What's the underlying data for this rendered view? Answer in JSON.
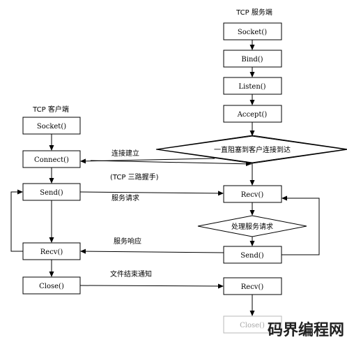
{
  "server": {
    "title": "TCP 服务端",
    "socket": "Socket()",
    "bind": "Bind()",
    "listen": "Listen()",
    "accept": "Accept()",
    "block": "一直阻塞到客户连接到达",
    "recv": "Recv()",
    "process": "处理服务请求",
    "send": "Send()",
    "recv2": "Recv()",
    "close": "Close()"
  },
  "client": {
    "title": "TCP 客户端",
    "socket": "Socket()",
    "connect": "Connect()",
    "send": "Send()",
    "recv": "Recv()",
    "close": "Close()"
  },
  "labels": {
    "connect": "连接建立",
    "handshake": "(TCP 三路握手)",
    "request": "服务请求",
    "response": "服务响应",
    "eof": "文件结束通知"
  },
  "watermark": "码界编程网"
}
